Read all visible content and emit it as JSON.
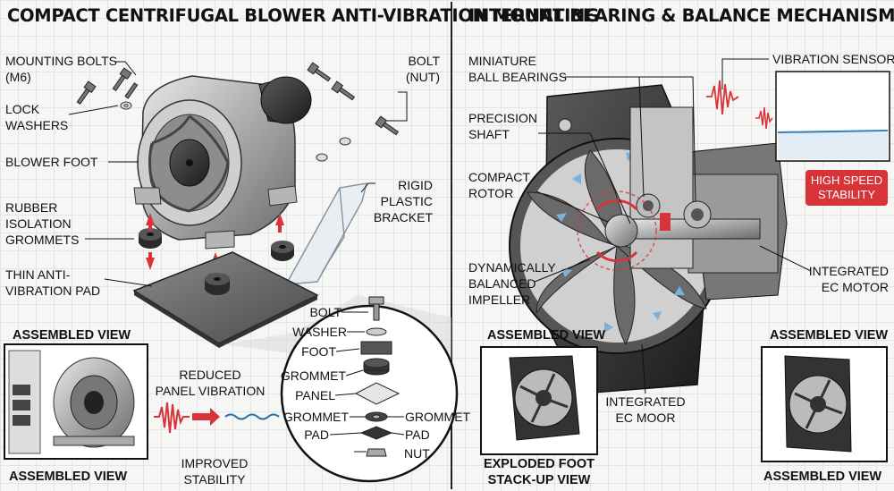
{
  "left": {
    "title": "COMPACT CENTRIFUGAL BLOWER ANTI-VIBRATION MOUNTING",
    "labels": {
      "mounting_bolts": "MOUNTING BOLTS",
      "m6": "(M6)",
      "bolt": "BOLT",
      "nut": "(NUT)",
      "lock": "LOCK",
      "washers": "WASHERS",
      "blower_foot": "BLOWER FOOT",
      "rigid": "RIGID",
      "plastic": "PLASTIC",
      "bracket": "BRACKET",
      "rubber": "RUBBER",
      "isolation": "ISOLATION",
      "grommets": "GROMMETS",
      "thin_anti": "THIN ANTI-",
      "vibration_pad": "VIBRATION PAD",
      "assembled_view_top": "ASSEMBLED VIEW",
      "assembled_view_bottom": "ASSEMBLED VIEW",
      "reduced": "REDUCED",
      "panel_vibration": "PANEL VIBRATION",
      "improved": "IMPROVED",
      "stability": "STABILITY"
    },
    "stack": {
      "bolt": "BOLT",
      "washer": "WASHER",
      "foot": "FOOT",
      "grommet1": "GROMMET",
      "panel": "PANEL",
      "grommet2_left": "GROMMET",
      "grommet2_right": "GROMMET",
      "pad_left": "PAD",
      "pad_right": "PAD",
      "nut": "NUT"
    }
  },
  "right": {
    "title": "INTERNAL BEARING & BALANCE MECHANISM",
    "labels": {
      "miniature": "MINIATURE",
      "ball_bearings": "BALL BEARINGS",
      "precision": "PRECISION",
      "shaft": "SHAFT",
      "compact": "COMPACT",
      "rotor": "ROTOR",
      "dynamically": "DYNAMICALLY",
      "balanced": "BALANCED",
      "impeller": "IMPELLER",
      "vibration_sensor": "VIBRATION SENSOR",
      "high_speed": "HIGH SPEED",
      "stability": "STABILITY",
      "integrated": "INTEGRATED",
      "ec_motor": "EC MOTOR",
      "assembled_view_left": "ASSEMBLED VIEW",
      "assembled_view_right": "ASSEMBLED VIEW",
      "assembled_view_bottom": "ASSEMBLED VIEW",
      "integrated_bottom": "INTEGRATED",
      "ec_moor": "EC MOOR",
      "exploded_foot": "EXPLODED FOOT",
      "stack_up_view": "STACK-UP VIEW"
    }
  },
  "colors": {
    "accent_red": "#d9333a",
    "flow_blue": "#7fb0d8",
    "sensor_line": "#2f7fb8",
    "wave_blue": "#1f6fb0"
  }
}
